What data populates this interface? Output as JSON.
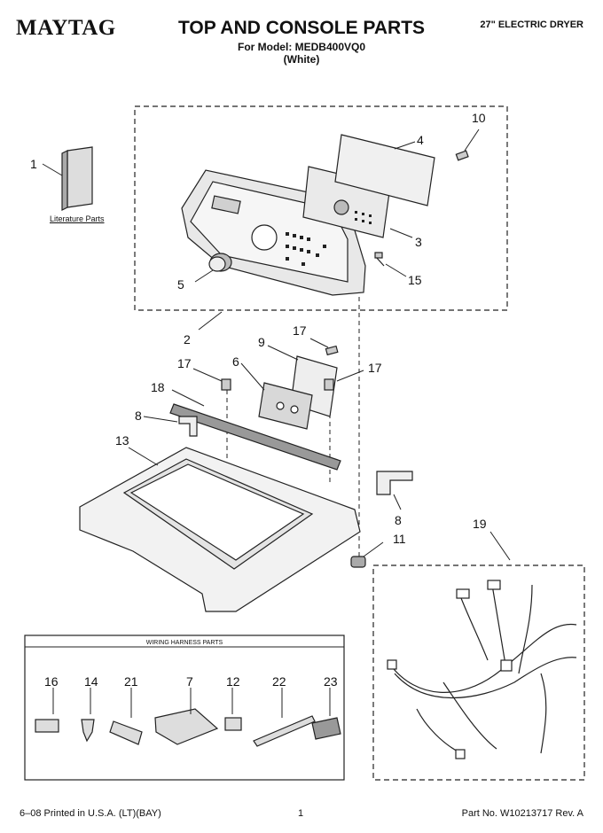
{
  "header": {
    "brand": "MAYTAG",
    "title": "TOP AND CONSOLE PARTS",
    "model_line": "For Model: MEDB400VQ0",
    "color_line": "(White)",
    "product": "27\" ELECTRIC DRYER"
  },
  "literature_caption": "Literature Parts",
  "wiring_box_title": "WIRING HARNESS PARTS",
  "callouts": [
    "1",
    "2",
    "3",
    "4",
    "5",
    "6",
    "7",
    "8",
    "8",
    "9",
    "10",
    "11",
    "12",
    "13",
    "14",
    "15",
    "16",
    "17",
    "17",
    "17",
    "18",
    "19",
    "21",
    "22",
    "23"
  ],
  "footer": {
    "left": "6–08 Printed in U.S.A. (LT)(BAY)",
    "center": "1",
    "right": "Part No. W10213717 Rev. A"
  }
}
